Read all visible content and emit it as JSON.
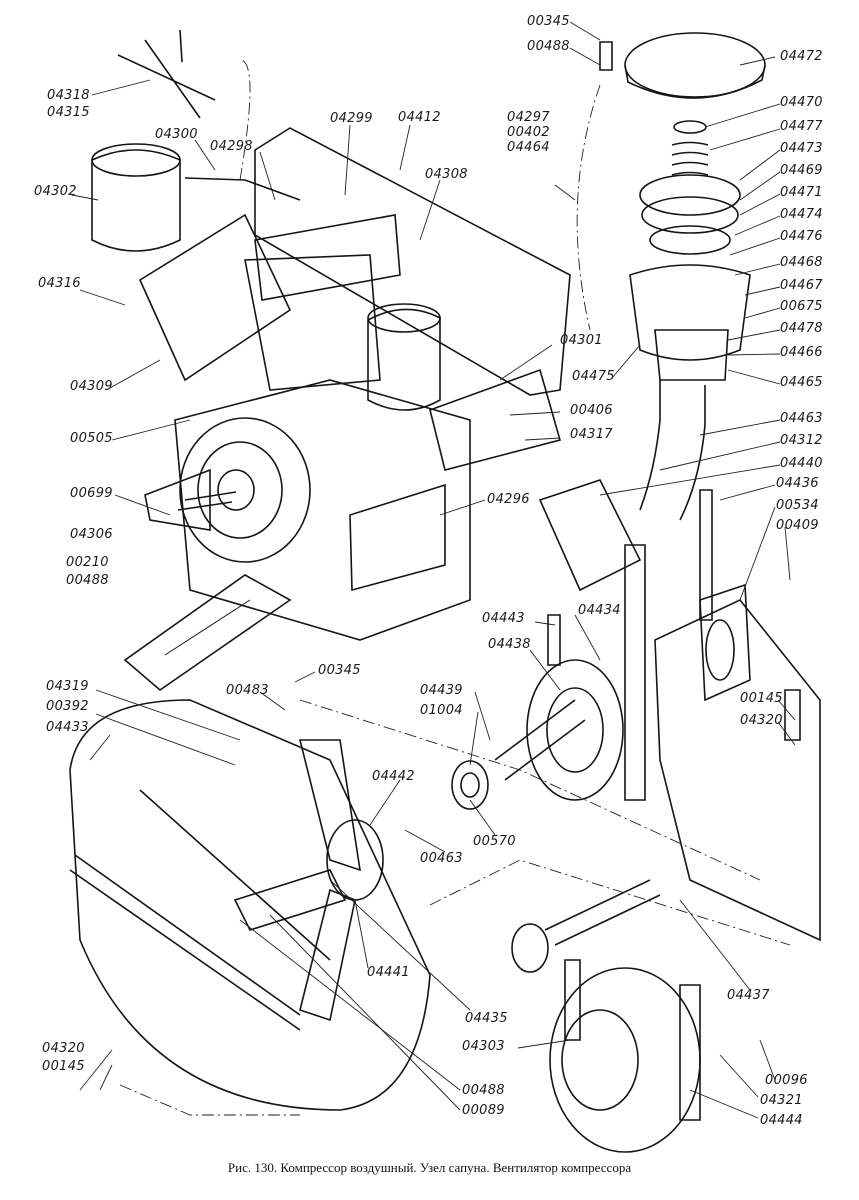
{
  "caption": "Рис. 130. Компрессор воздушный. Узел сапуна. Вентилятор компрессора",
  "labels": {
    "l04318": "04318",
    "l04315": "04315",
    "l04300": "04300",
    "l04298": "04298",
    "l04299": "04299",
    "l04412": "04412",
    "l04308": "04308",
    "l04302": "04302",
    "l04316": "04316",
    "l04309": "04309",
    "l00505": "00505",
    "l00699": "00699",
    "l04306": "04306",
    "l00210": "00210",
    "l00488a": "00488",
    "l04301": "04301",
    "l00406": "00406",
    "l04317": "04317",
    "l04296": "04296",
    "l04297": "04297",
    "l00402": "00402",
    "l04464": "04464",
    "l00345a": "00345",
    "l00488b": "00488",
    "l04472": "04472",
    "l04470": "04470",
    "l04477": "04477",
    "l04473": "04473",
    "l04469": "04469",
    "l04471": "04471",
    "l04474": "04474",
    "l04476": "04476",
    "l04468": "04468",
    "l04467": "04467",
    "l00675": "00675",
    "l04478": "04478",
    "l04475": "04475",
    "l04466": "04466",
    "l04465": "04465",
    "l04463": "04463",
    "l04312": "04312",
    "l04440": "04440",
    "l04436": "04436",
    "l00534": "00534",
    "l00409": "00409",
    "l04443": "04443",
    "l04434": "04434",
    "l04438": "04438",
    "l00345b": "00345",
    "l00483": "00483",
    "l04319": "04319",
    "l00392": "00392",
    "l04433": "04433",
    "l04439": "04439",
    "l01004": "01004",
    "l00145a": "00145",
    "l04320a": "04320",
    "l04442": "04442",
    "l00570": "00570",
    "l00463": "00463",
    "l04441": "04441",
    "l04435": "04435",
    "l04437": "04437",
    "l04303": "04303",
    "l00096": "00096",
    "l04321": "04321",
    "l04444": "04444",
    "l04320b": "04320",
    "l00145b": "00145",
    "l00488c": "00488",
    "l00089": "00089"
  }
}
